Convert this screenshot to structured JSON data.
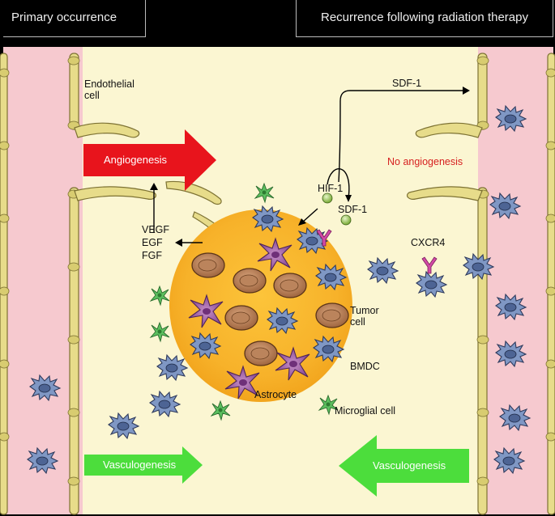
{
  "headers": {
    "left": "Primary occurrence",
    "right": "Recurrence following radiation therapy"
  },
  "labels": {
    "endothelial_line1": "Endothelial",
    "endothelial_line2": "cell",
    "sdf1_top": "SDF-1",
    "angiogenesis": "Angiogenesis",
    "no_angiogenesis": "No angiogenesis",
    "hif1": "HIF-1",
    "sdf1_mid": "SDF-1",
    "vegf": "VEGF",
    "egf": "EGF",
    "fgf": "FGF",
    "cxcr4": "CXCR4",
    "tumor_line1": "Tumor",
    "tumor_line2": "cell",
    "bmdc": "BMDC",
    "astrocyte": "Astrocyte",
    "microglial": "Microglial cell",
    "vasculogenesis_left": "Vasculogenesis",
    "vasculogenesis_right": "Vasculogenesis"
  },
  "colors": {
    "vessel_pink": "#f6c9cf",
    "tissue_cream": "#fbf6d2",
    "endothelial": "#e7dc8a",
    "tumor_orange": "#f7b52b",
    "angiogenesis_red": "#e8141c",
    "vasculogenesis_green": "#4cdd3c",
    "bmdc_blue": "#7f97c4",
    "astrocyte_purple": "#9b5aa3",
    "microglia_green": "#56b85a",
    "receptor_magenta": "#d24aa6"
  }
}
